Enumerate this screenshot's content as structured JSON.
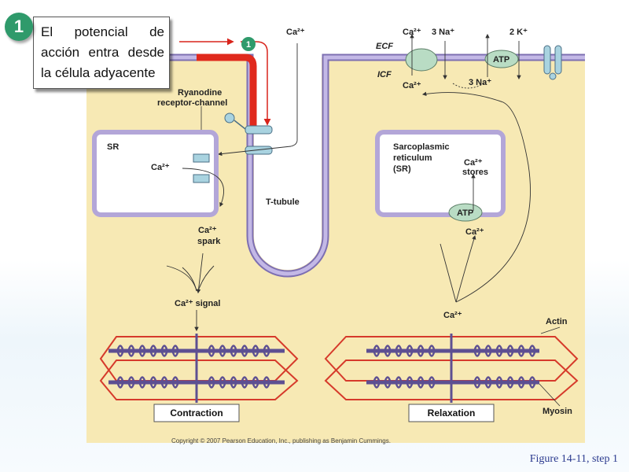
{
  "step": {
    "number": "1",
    "text": "El potencial de acción entra desde la célula adyacente"
  },
  "labels": {
    "ryanodine": "Ryanodine receptor-channel",
    "sr": "SR",
    "ca2_sr": "Ca²⁺",
    "spark": "Ca²⁺ spark",
    "signal": "Ca²⁺ signal",
    "ca_top": "Ca²⁺",
    "ttubule": "T-tubule",
    "ecf": "ECF",
    "icf": "ICF",
    "ca_ecf": "Ca²⁺",
    "na3_ecf": "3 Na⁺",
    "k2": "2 K⁺",
    "atp_membrane": "ATP",
    "ca_icf": "Ca²⁺",
    "na3_icf": "3 Na⁺",
    "sarco": "Sarcoplasmic reticulum (SR)",
    "ca_stores": "Ca²⁺ stores",
    "atp_sr": "ATP",
    "ca_below_atp": "Ca²⁺",
    "ca_cytosol": "Ca²⁺",
    "actin": "Actin",
    "myosin": "Myosin",
    "contraction": "Contraction",
    "relaxation": "Relaxation",
    "badge_green": "1"
  },
  "copyright": "Copyright © 2007 Pearson Education, Inc., publishing as Benjamin Cummings.",
  "figure_label": "Figure 14-11, step 1",
  "colors": {
    "cytoplasm": "#f7e9b4",
    "membrane": "#b3a6d8",
    "membrane_stroke": "#7d6fb2",
    "action_potential": "#e0291d",
    "channel": "#a9d3e0",
    "sarcomere_line": "#d63a2b",
    "filament": "#5d4f92",
    "step_badge": "#2f9a6b",
    "figure_label": "#2b3a8f"
  }
}
